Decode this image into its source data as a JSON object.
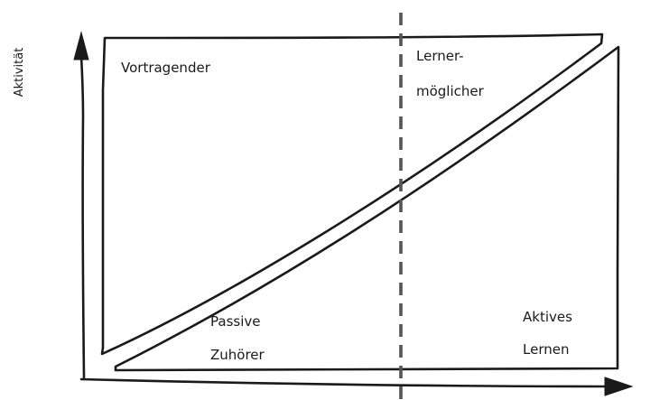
{
  "axis": {
    "y_label": "Aktivität"
  },
  "regions": {
    "top_left": "Vortragender",
    "top_right_line1": "Lerner-",
    "top_right_line2": "möglicher",
    "bottom_left_line1": "Passive",
    "bottom_left_line2": "Zuhörer",
    "bottom_right_line1": "Aktives",
    "bottom_right_line2": "Lernen"
  },
  "colors": {
    "ink": "#1a1a1a",
    "divider": "#555555"
  },
  "icons": {
    "y_arrow": "arrow-up-icon",
    "x_arrow": "arrow-right-icon"
  }
}
